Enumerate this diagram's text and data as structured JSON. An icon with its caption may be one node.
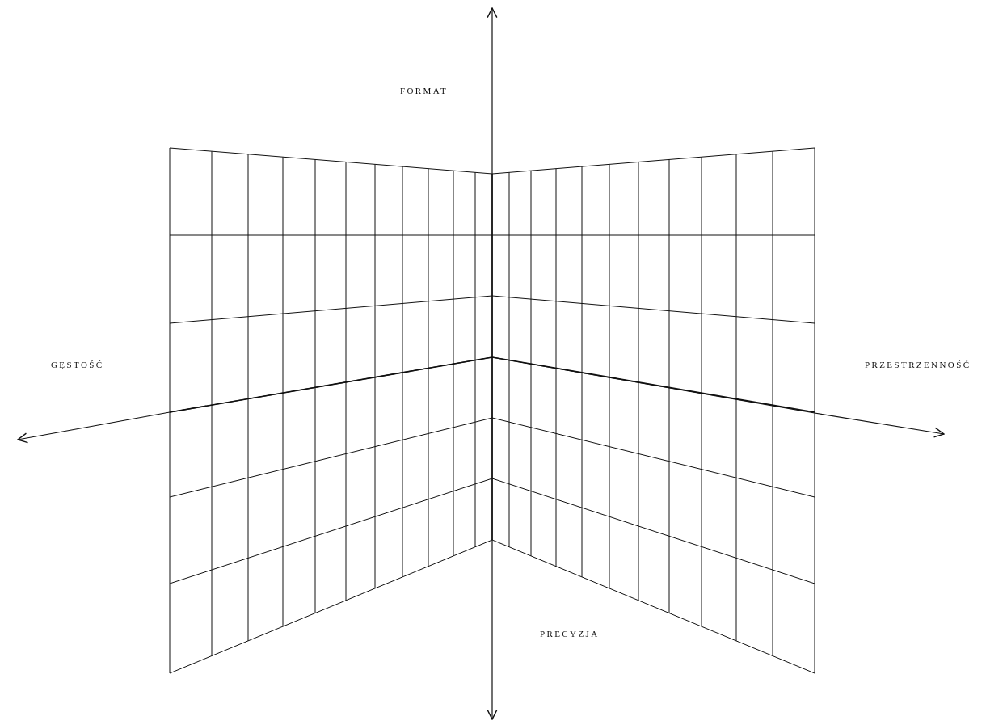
{
  "diagram": {
    "labels": [
      "FORMAT",
      "GĘSTOŚĆ",
      "PRZESTRZENNOŚĆ",
      "PRECYZJA"
    ]
  }
}
